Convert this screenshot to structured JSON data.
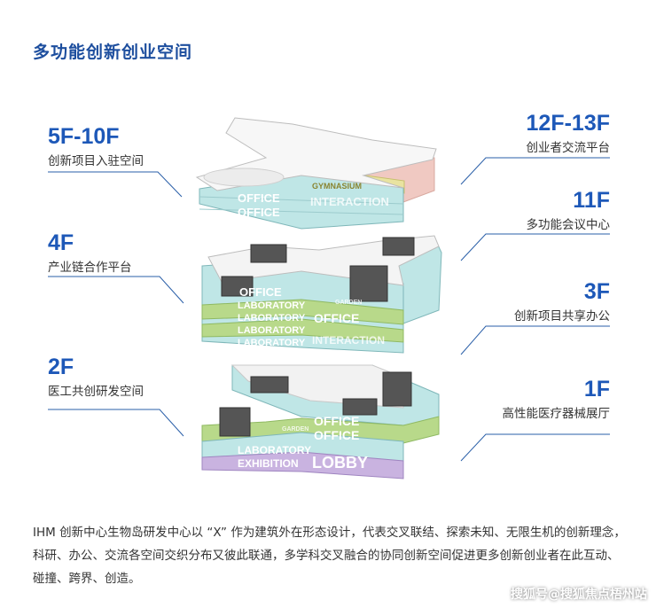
{
  "title": "多功能创新创业空间",
  "labels": {
    "left": [
      {
        "floor": "5F-10F",
        "desc": "创新项目入驻空间"
      },
      {
        "floor": "4F",
        "desc": "产业链合作平台"
      },
      {
        "floor": "2F",
        "desc": "医工共创研发空间"
      }
    ],
    "right": [
      {
        "floor": "12F-13F",
        "desc": "创业者交流平台"
      },
      {
        "floor": "11F",
        "desc": "多功能会议中心"
      },
      {
        "floor": "3F",
        "desc": "创新项目共享办公"
      },
      {
        "floor": "1F",
        "desc": "高性能医疗器械展厅"
      }
    ]
  },
  "building_text": {
    "top": {
      "office1": "OFFICE",
      "office2": "OFFICE",
      "gym": "GYMNASIUM",
      "interaction": "INTERACTION"
    },
    "middle": {
      "office": "OFFICE",
      "lab1": "LABORATORY",
      "lab2": "LABORATORY",
      "lab3": "LABORATORY",
      "lab4": "LABORATORY",
      "office_side": "OFFICE",
      "interaction": "INTERACTION",
      "garden": "GARDEN"
    },
    "bottom": {
      "office1": "OFFICE",
      "office2": "OFFICE",
      "lab": "LABORATORY",
      "exhibition": "EXHIBITION",
      "lobby": "LOBBY",
      "garden": "GARDEN"
    }
  },
  "caption": "IHM 创新中心生物岛研发中心以 “X” 作为建筑外在形态设计，代表交叉联结、探索未知、无限生机的创新理念，科研、办公、交流各空间交织分布又彼此联通，多学科交叉融合的协同创新空间促进更多创新创业者在此互动、碰撞、跨界、创造。",
  "watermark": "搜狐号@搜狐焦点梧州站",
  "colors": {
    "title": "#1d4e9e",
    "floor": "#1d58b8",
    "glass": "#bfe6e6",
    "green": "#b8d98a",
    "purple": "#c9b3e0",
    "pink": "#f0c9c2",
    "yellow": "#e9e3a0"
  }
}
